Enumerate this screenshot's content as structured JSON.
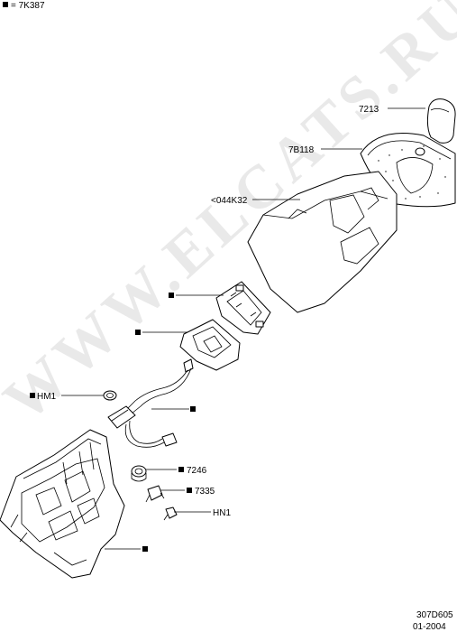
{
  "legend": {
    "bullet_text": "= 7K387"
  },
  "watermark": "WWW.ELCATS.RU",
  "labels": {
    "knob": "7213",
    "boot": "7B118",
    "console": "<044K32",
    "plate_1": "",
    "plate_2": "",
    "grommet": "HM1",
    "cable": "",
    "bushing": "7246",
    "clip": "7335",
    "nut": "HN1",
    "housing": ""
  },
  "footer": {
    "code": "307D605",
    "date": "01-2004"
  },
  "colors": {
    "line": "#000000",
    "watermark": "#d8d8d8",
    "background": "#ffffff"
  }
}
